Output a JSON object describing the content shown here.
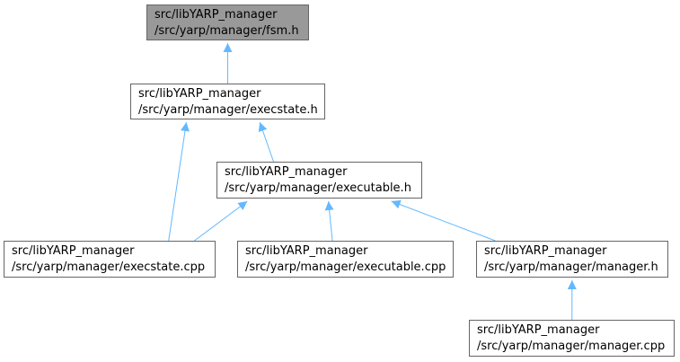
{
  "colors": {
    "edge": "#63b8ff",
    "current_node_bg": "#999999",
    "border": "#666666"
  },
  "nodes": [
    {
      "id": "fsm",
      "line1": "src/libYARP_manager",
      "line2": "/src/yarp/manager/fsm.h",
      "current": true
    },
    {
      "id": "execstate_h",
      "line1": "src/libYARP_manager",
      "line2": "/src/yarp/manager/execstate.h"
    },
    {
      "id": "executable_h",
      "line1": "src/libYARP_manager",
      "line2": "/src/yarp/manager/executable.h"
    },
    {
      "id": "execstate_cpp",
      "line1": "src/libYARP_manager",
      "line2": "/src/yarp/manager/execstate.cpp"
    },
    {
      "id": "executable_cpp",
      "line1": "src/libYARP_manager",
      "line2": "/src/yarp/manager/executable.cpp"
    },
    {
      "id": "manager_h",
      "line1": "src/libYARP_manager",
      "line2": "/src/yarp/manager/manager.h"
    },
    {
      "id": "manager_cpp",
      "line1": "src/libYARP_manager",
      "line2": "/src/yarp/manager/manager.cpp"
    }
  ],
  "edges": [
    {
      "from": "execstate_h",
      "to": "fsm"
    },
    {
      "from": "execstate_cpp",
      "to": "execstate_h"
    },
    {
      "from": "executable_h",
      "to": "execstate_h"
    },
    {
      "from": "execstate_cpp",
      "to": "executable_h"
    },
    {
      "from": "executable_cpp",
      "to": "executable_h"
    },
    {
      "from": "manager_h",
      "to": "executable_h"
    },
    {
      "from": "manager_cpp",
      "to": "manager_h"
    }
  ]
}
